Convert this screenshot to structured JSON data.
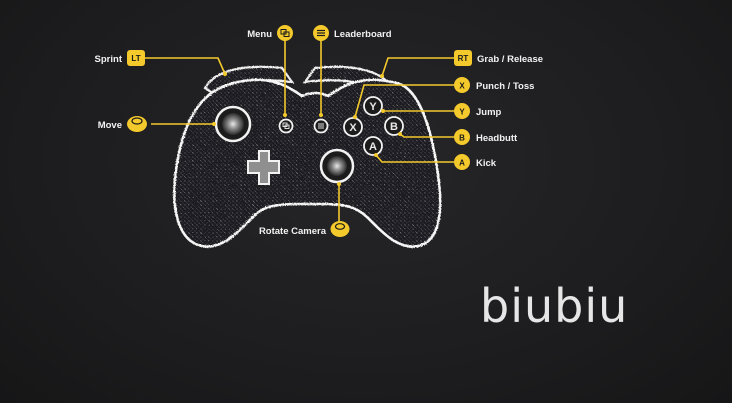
{
  "theme": {
    "background": "#1d1d1f",
    "accent": "#f4c92c",
    "outline": "#f4f4f4"
  },
  "callouts": {
    "sprint": {
      "label": "Sprint",
      "badge": "LT",
      "icon": "left-trigger-icon"
    },
    "move": {
      "label": "Move",
      "badge": "",
      "icon": "left-stick-icon"
    },
    "menu": {
      "label": "Menu",
      "badge": "",
      "icon": "view-button-icon"
    },
    "leaderboard": {
      "label": "Leaderboard",
      "badge": "",
      "icon": "menu-button-icon"
    },
    "grab": {
      "label": "Grab / Release",
      "badge": "RT",
      "icon": "right-trigger-icon"
    },
    "punch": {
      "label": "Punch / Toss",
      "badge": "X",
      "icon": "x-button-icon"
    },
    "jump": {
      "label": "Jump",
      "badge": "Y",
      "icon": "y-button-icon"
    },
    "headbutt": {
      "label": "Headbutt",
      "badge": "B",
      "icon": "b-button-icon"
    },
    "kick": {
      "label": "Kick",
      "badge": "A",
      "icon": "a-button-icon"
    },
    "camera": {
      "label": "Rotate Camera",
      "badge": "",
      "icon": "right-stick-icon"
    }
  },
  "face_buttons": {
    "x": "X",
    "y": "Y",
    "b": "B",
    "a": "A"
  },
  "brand": {
    "logo_text": "biubiu"
  }
}
